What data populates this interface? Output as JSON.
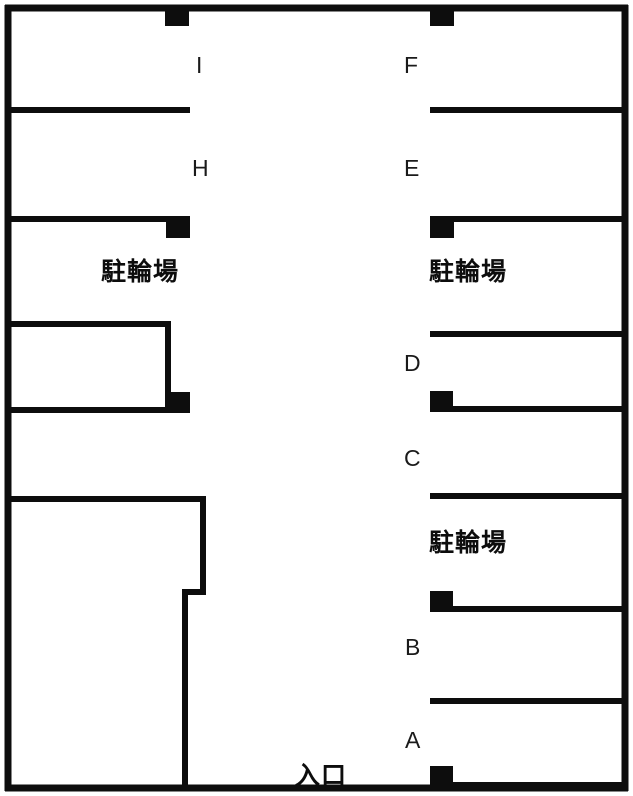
{
  "plan": {
    "title": "Parking lot floor plan",
    "stroke_color": "#0d0d0d",
    "background_color": "#ffffff",
    "pillar_color": "#0d0d0d"
  },
  "labels": {
    "bay_a": "A",
    "bay_b": "B",
    "bay_c": "C",
    "bay_d": "D",
    "bay_e": "E",
    "bay_f": "F",
    "bay_h": "H",
    "bay_i": "I",
    "bicycle_parking_left": "駐輪場",
    "bicycle_parking_right_upper": "駐輪場",
    "bicycle_parking_right_lower": "駐輪場",
    "entrance": "入口"
  }
}
